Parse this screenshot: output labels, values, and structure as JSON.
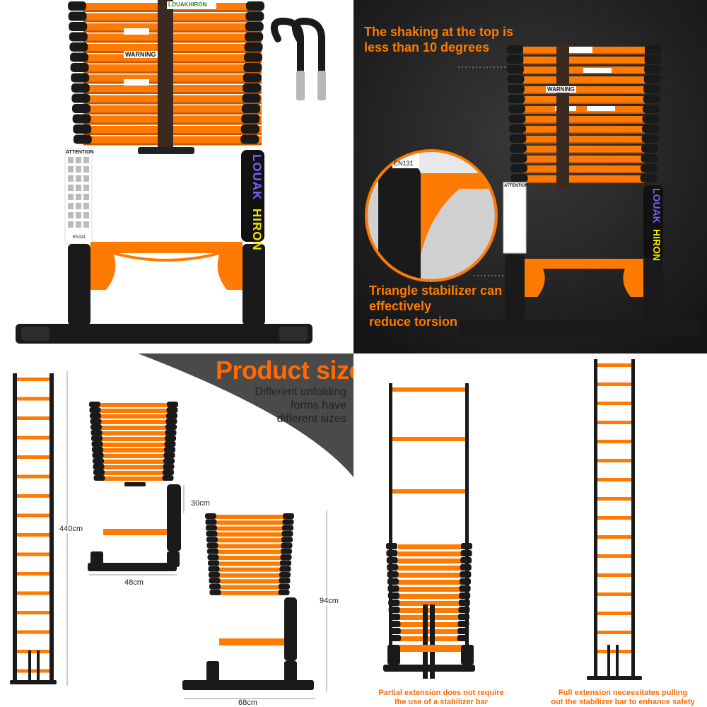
{
  "brand": {
    "name_left": "LOUAK",
    "name_right": "HIRON",
    "logo_text": "LOUAKHIRON"
  },
  "labels": {
    "attention": "ATTENTION",
    "warning": "WARNING",
    "standard": "EN131"
  },
  "panel_top_right": {
    "headline": [
      "The shaking at the top is",
      "less than 10 degrees"
    ],
    "stabilizer_note": [
      "Triangle stabilizer can",
      "effectively",
      "reduce torsion"
    ]
  },
  "panel_bottom_left": {
    "title": "Product size",
    "subtitle": [
      "Different unfolding",
      "forms have",
      "different sizes"
    ],
    "dimensions": {
      "full_height": "440cm",
      "small_width": "48cm",
      "rung_gap": "30cm",
      "closed_height": "94cm",
      "base_width": "68cm"
    }
  },
  "panel_bottom_right": {
    "caption_left": [
      "Partial extension does not require",
      "the use of a stabilizer bar"
    ],
    "caption_right": [
      "Full extension necessitates pulling",
      "out the stabilizer bar to enhance safety"
    ]
  },
  "colors": {
    "accent": "#ff7a00",
    "ladder_black": "#1a1a1a",
    "dark_bg": "#222222"
  }
}
